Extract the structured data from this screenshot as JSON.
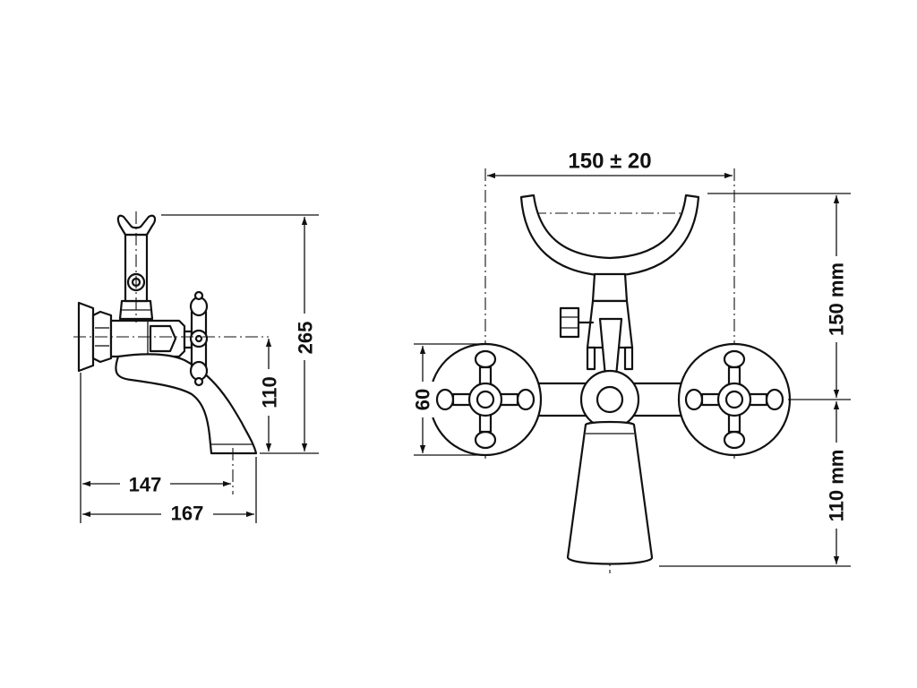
{
  "side_view": {
    "dim_height_total": "265",
    "dim_height_outlet": "110",
    "dim_depth_outlet": "147",
    "dim_depth_total": "167"
  },
  "front_view": {
    "dim_center_distance": "150 ± 20",
    "dim_rosette": "60",
    "dim_shower_height": "150 mm",
    "dim_spout_height": "110 mm"
  },
  "colors": {
    "line": "#111111",
    "background": "#ffffff"
  }
}
